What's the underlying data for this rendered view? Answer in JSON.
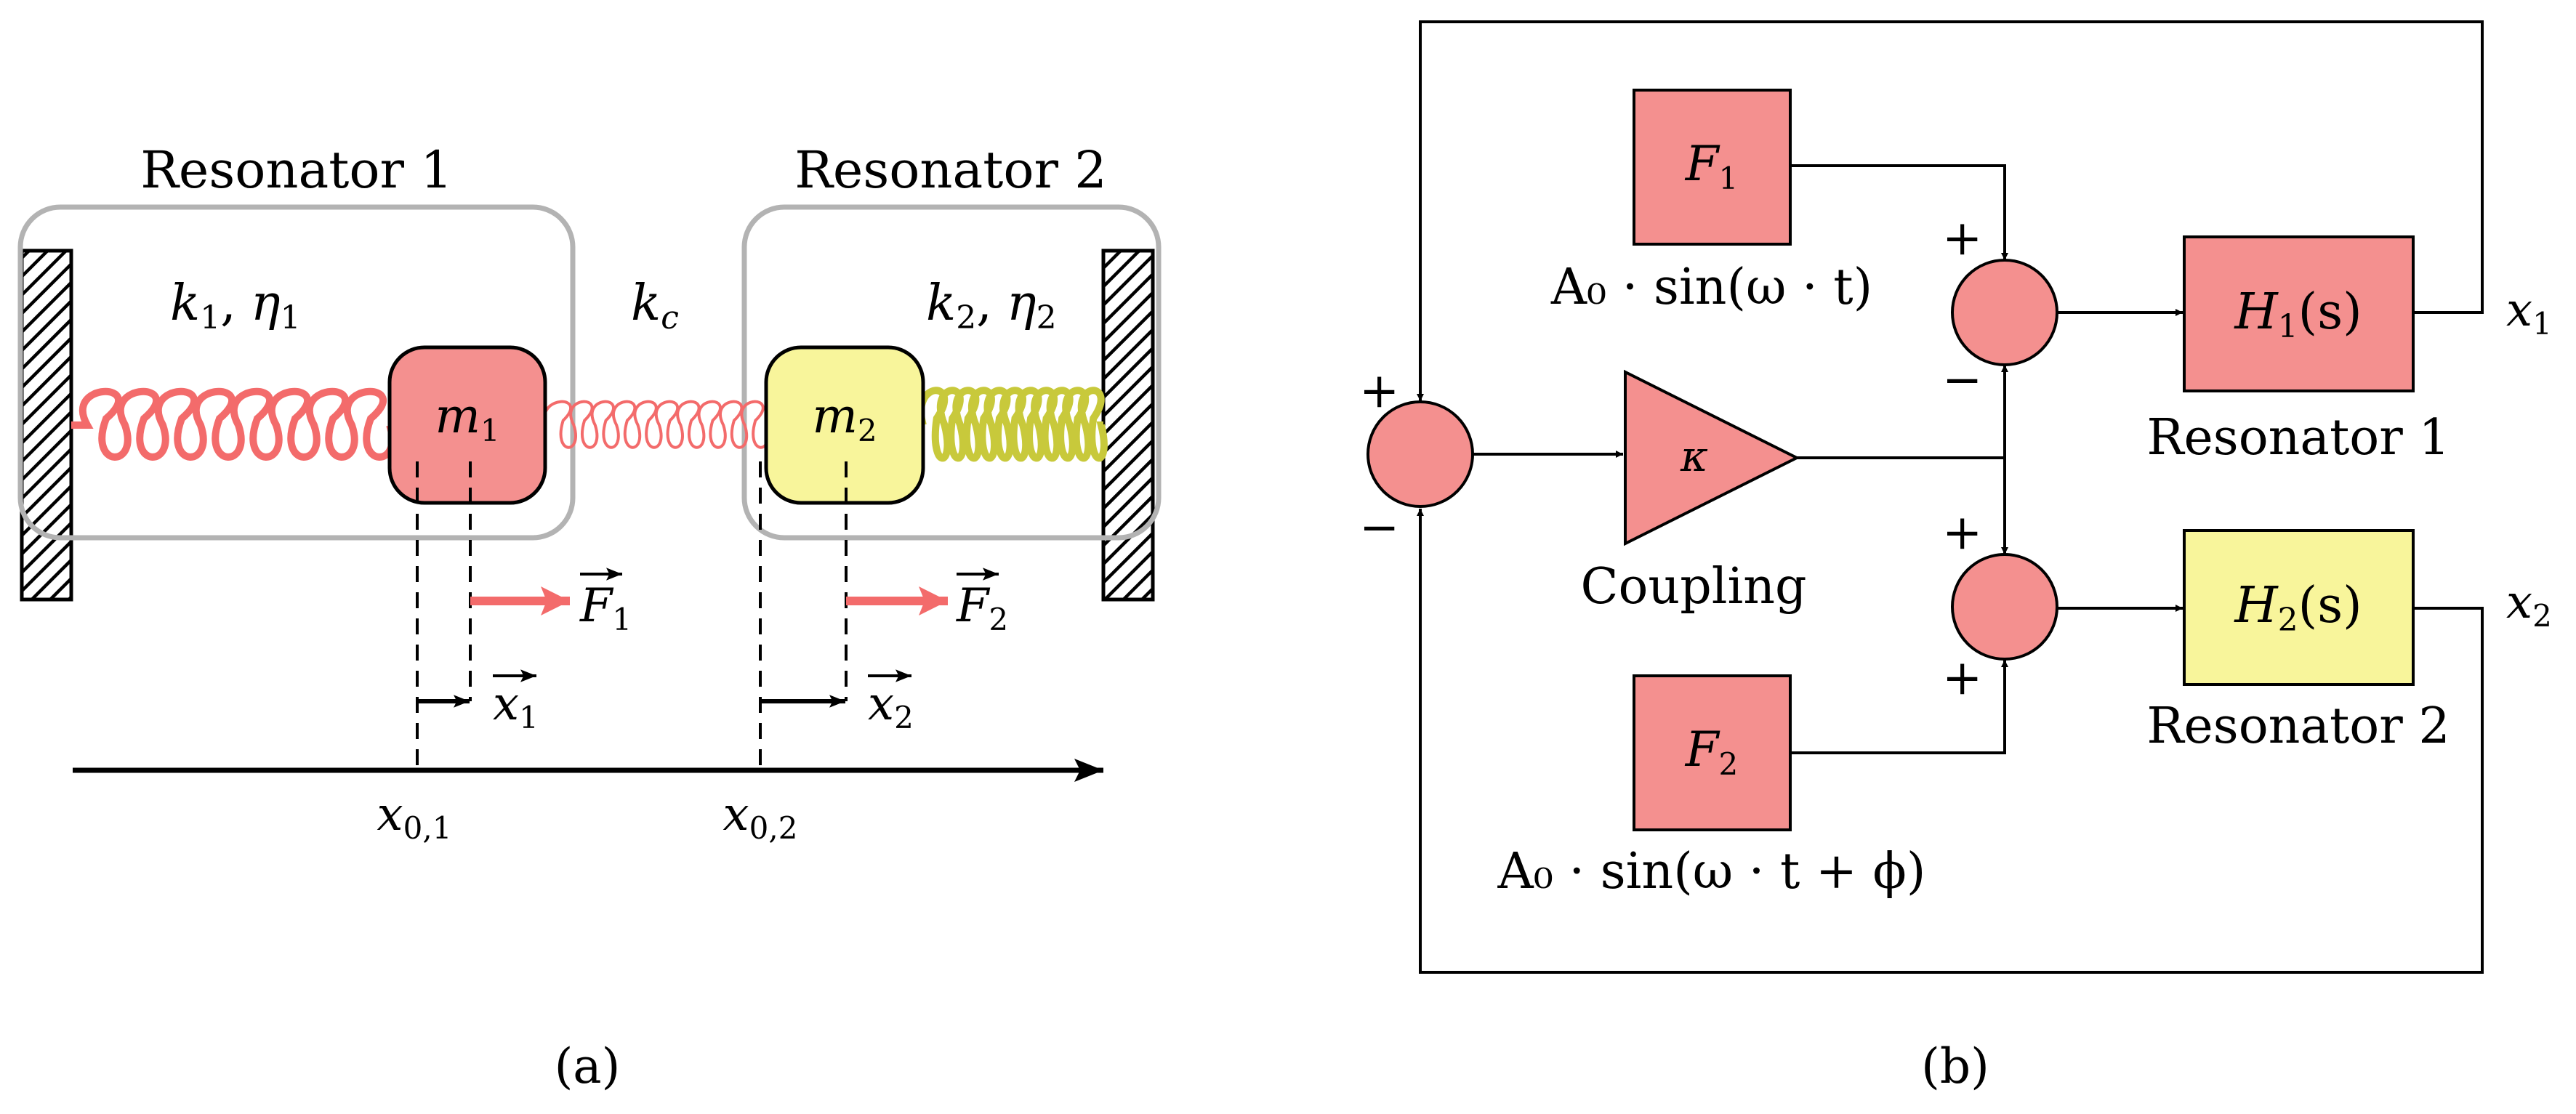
{
  "panel_a": {
    "caption": "(a)",
    "resonator1_title": "Resonator 1",
    "resonator2_title": "Resonator 2",
    "spring1": {
      "k": "k",
      "k_sub": "1",
      "eta": "η",
      "eta_sub": "1",
      "sep": ",",
      "color": "#f36b6b"
    },
    "spring_c": {
      "k": "k",
      "k_sub": "c",
      "color": "#f36b6b"
    },
    "spring2": {
      "k": "k",
      "k_sub": "2",
      "eta": "η",
      "eta_sub": "2",
      "sep": ",",
      "color": "#c8c93b"
    },
    "mass1": {
      "sym": "m",
      "sub": "1",
      "color": "#f4908f"
    },
    "mass2": {
      "sym": "m",
      "sub": "2",
      "color": "#f8f59b"
    },
    "force1": {
      "sym": "F",
      "sub": "1",
      "color": "#f36b6b"
    },
    "force2": {
      "sym": "F",
      "sub": "2",
      "color": "#f36b6b"
    },
    "disp1": {
      "sym": "x",
      "sub": "1"
    },
    "disp2": {
      "sym": "x",
      "sub": "2"
    },
    "origin1": {
      "sym": "x",
      "sub": "0,1"
    },
    "origin2": {
      "sym": "x",
      "sub": "0,2"
    }
  },
  "panel_b": {
    "caption": "(b)",
    "block_f1": {
      "sym": "F",
      "sub": "1",
      "color": "#f4908f"
    },
    "input1": "A₀ · sin(ω · t)",
    "block_f2": {
      "sym": "F",
      "sub": "2",
      "color": "#f4908f"
    },
    "input2": "A₀ · sin(ω · t + ϕ)",
    "gain": {
      "sym": "κ",
      "label": "Coupling",
      "color": "#f4908f"
    },
    "block_h1": {
      "sym": "H",
      "sub": "1",
      "arg": "(s)",
      "label": "Resonator 1",
      "color": "#f4908f"
    },
    "block_h2": {
      "sym": "H",
      "sub": "2",
      "arg": "(s)",
      "label": "Resonator 2",
      "color": "#f8f59b"
    },
    "out1": {
      "sym": "x",
      "sub": "1"
    },
    "out2": {
      "sym": "x",
      "sub": "2"
    },
    "signs": {
      "plus": "+",
      "minus": "−"
    },
    "junction_color": "#f4908f"
  }
}
